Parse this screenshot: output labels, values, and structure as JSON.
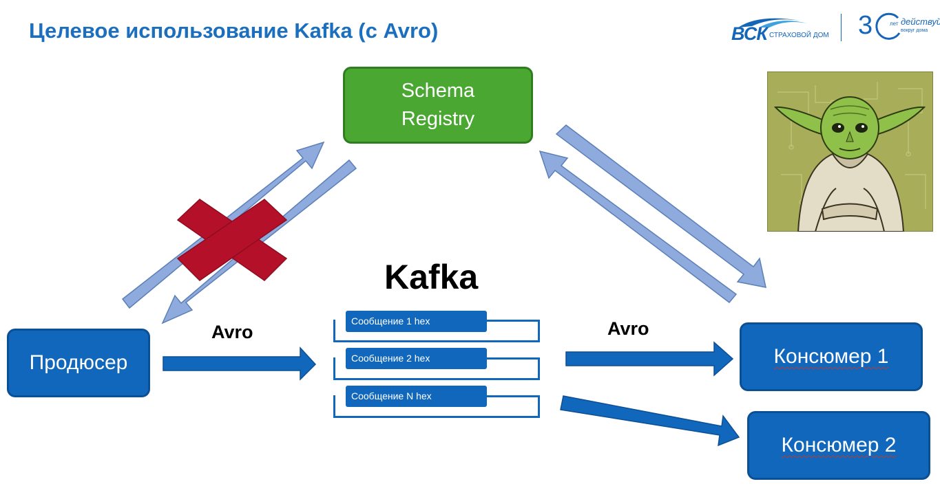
{
  "slide": {
    "title": "Целевое использование Kafka (с Avro)",
    "logo_brand": "ВСК",
    "logo_subtitle": "СТРАХОВОЙ ДОМ",
    "logo_years_number": "3",
    "logo_years_word": "лет",
    "logo_slogan": "действуй",
    "logo_slogan_sub": "вокруг дома"
  },
  "diagram": {
    "schema_registry_line1": "Schema",
    "schema_registry_line2": "Registry",
    "producer": "Продюсер",
    "kafka": "Kafka",
    "avro_left": "Avro",
    "avro_right": "Avro",
    "messages": [
      "Сообщение 1 hex",
      "Сообщение 2 hex",
      "Сообщение N hex"
    ],
    "consumer1": "Консюмер 1",
    "consumer2": "Консюмер 2"
  },
  "colors": {
    "title": "#1c6fbf",
    "box_blue": "#1167bc",
    "schema_green": "#4aa832",
    "light_arrow": "#8faadc",
    "cross_red": "#b5102a"
  },
  "icons": {
    "cross": "cross-mark-icon",
    "illustration": "yoda-illustration"
  }
}
